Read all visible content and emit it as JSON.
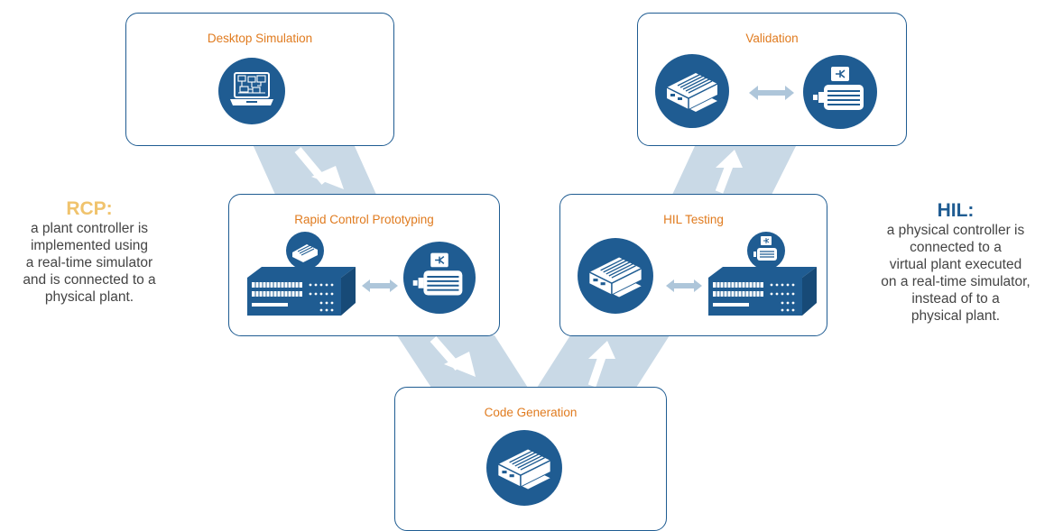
{
  "stages": {
    "desktop": {
      "title": "Desktop Simulation"
    },
    "rcp": {
      "title": "Rapid Control Prototyping"
    },
    "codegen": {
      "title": "Code Generation"
    },
    "hil": {
      "title": "HIL Testing"
    },
    "validation": {
      "title": "Validation"
    }
  },
  "notes": {
    "rcp": {
      "title": "RCP:",
      "lines": [
        "a plant controller is",
        "implemented using",
        "a real-time simulator",
        "and is connected to a",
        "physical plant."
      ]
    },
    "hil": {
      "title": "HIL:",
      "lines": [
        "a physical controller is",
        "connected to a",
        "virtual plant executed",
        "on a real-time simulator,",
        "instead of to a",
        "physical plant."
      ]
    }
  },
  "icons": {
    "laptop": "laptop-icon",
    "controller": "controller-box-icon",
    "motor": "motor-icon",
    "simulator": "simulator-rack-icon",
    "exchange": "double-arrow-icon"
  },
  "colors": {
    "box_border": "#1f5c92",
    "circle": "#1f5c92",
    "title": "#e07b1f",
    "band": "#c9d9e6",
    "band_arrow": "#ffffff",
    "double_arrow": "#aec6da",
    "rcp_heading": "#f0c36d",
    "hil_heading": "#1f5c92"
  }
}
